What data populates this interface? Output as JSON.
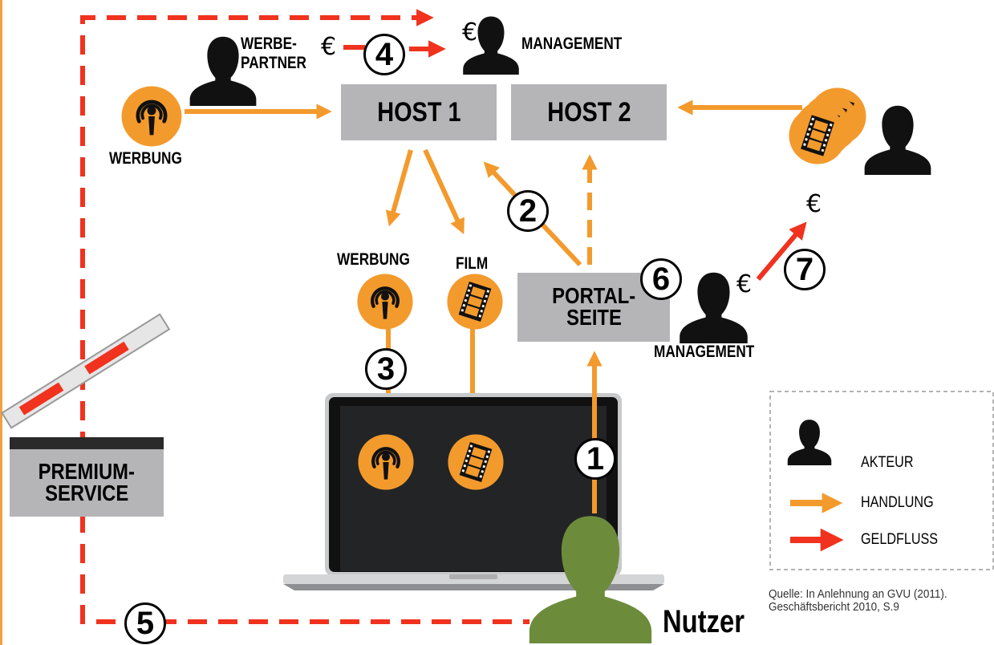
{
  "labels": {
    "werbepartner_1": "WERBE-",
    "werbepartner_2": "PARTNER",
    "management_top": "MANAGEMENT",
    "host1": "HOST 1",
    "host2": "HOST 2",
    "werbung_left": "WERBUNG",
    "werbung_mid": "WERBUNG",
    "film": "FILM",
    "portal_1": "PORTAL-",
    "portal_2": "SEITE",
    "management_right": "MANAGEMENT",
    "premium_1": "PREMIUM-",
    "premium_2": "SERVICE",
    "nutzer": "Nutzer"
  },
  "currency": "€",
  "steps": [
    "1",
    "2",
    "3",
    "4",
    "5",
    "6",
    "7"
  ],
  "legend": {
    "akteur": "AKTEUR",
    "handlung": "HANDLUNG",
    "geldfluss": "GELDFLUSS"
  },
  "source": {
    "line1": "Quelle: In Anlehnung an GVU (2011).",
    "line2": "Geschäftsbericht 2010, S.9"
  },
  "colors": {
    "orange": "#f39a2d",
    "red": "#f0321e",
    "gray_box": "#b5b5b7",
    "user_green": "#6c8c3c",
    "person_black": "#111111",
    "left_border": "#f3a040"
  },
  "icons": {
    "actor": "person-silhouette-icon",
    "ad": "podcast-microphone-icon",
    "film": "film-strip-icon",
    "laptop": "laptop-icon",
    "clapperboard": "clapperboard-icon"
  }
}
